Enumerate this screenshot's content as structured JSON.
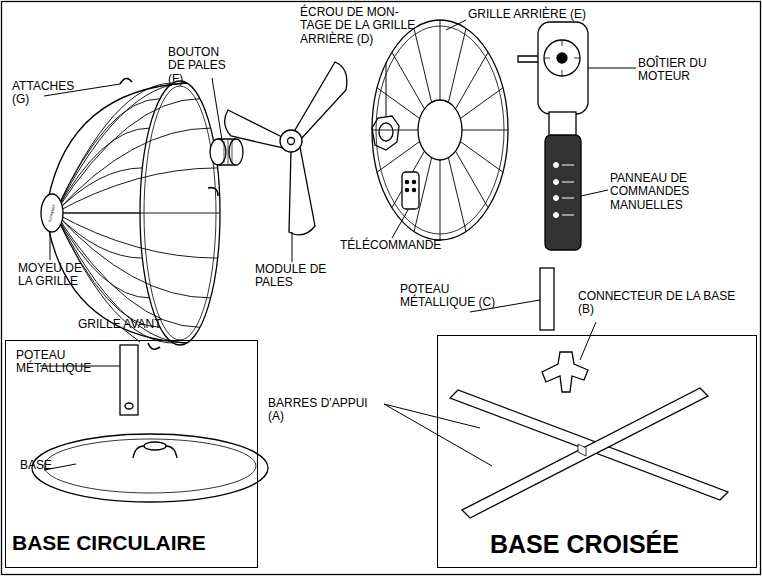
{
  "diagram": {
    "nodes": [
      {
        "text": [
          "POTEAU MÉTALLIQUE",
          "BASE",
          "BASE CIRCULAIRE"
        ]
      },
      {
        "text": [
          "BASE CROISÉE"
        ]
      }
    ],
    "labels": [
      "ÉCROU DE MON- TAGE DE LA GRILLE ARRIÈRE (D)",
      "GRILLE ARRIÈRE (E)",
      "BOUTON DE PALES (F)",
      "ATTACHES (G)",
      "BOÎTIER DU MOTEUR",
      "PANNEAU DE COMMANDES MANUELLES",
      "TÉLÉCOMMANDE",
      "MOYEU DE LA GRILLE",
      "MODULE DE PALES",
      "POTEAU MÉTALLIQUE (C)",
      "CONNECTEUR DE LA BASE (B)",
      "GRILLE AVANT",
      "BARRES D'APPUI (A)",
      "honeywell"
    ]
  }
}
